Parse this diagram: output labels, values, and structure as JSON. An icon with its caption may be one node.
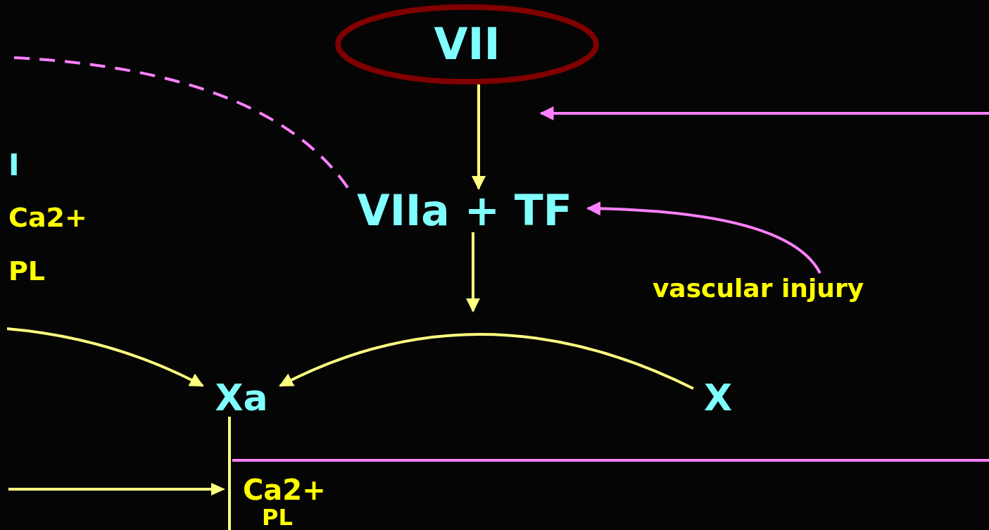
{
  "diagram": {
    "nodes": [
      {
        "text": [
          "VII"
        ]
      },
      {
        "text": [
          "VIIa + TF"
        ]
      },
      {
        "text": [
          "vascular injury"
        ]
      },
      {
        "text": [
          "Xa"
        ]
      },
      {
        "text": [
          "X"
        ]
      }
    ],
    "edges": [
      {
        "from": 0,
        "to": 1,
        "arrow": "to"
      },
      {
        "from": null,
        "to": 0,
        "arrow": "to",
        "color": "#ff80ff"
      },
      {
        "from": 2,
        "to": 1,
        "arrow": "to",
        "color": "#ff80ff"
      },
      {
        "from": 1,
        "to": null,
        "arrow": "to"
      },
      {
        "from": 4,
        "to": 3,
        "arrow": "to"
      },
      {
        "from": null,
        "to": 1,
        "arrow": "none",
        "style": "dashed",
        "color": "#ff80ff"
      },
      {
        "from": null,
        "to": 3,
        "arrow": "to"
      },
      {
        "from": 3,
        "to": null,
        "arrow": "none"
      }
    ],
    "labels": [
      "I",
      "Ca2+",
      "PL",
      "Ca2+",
      "PL"
    ]
  }
}
